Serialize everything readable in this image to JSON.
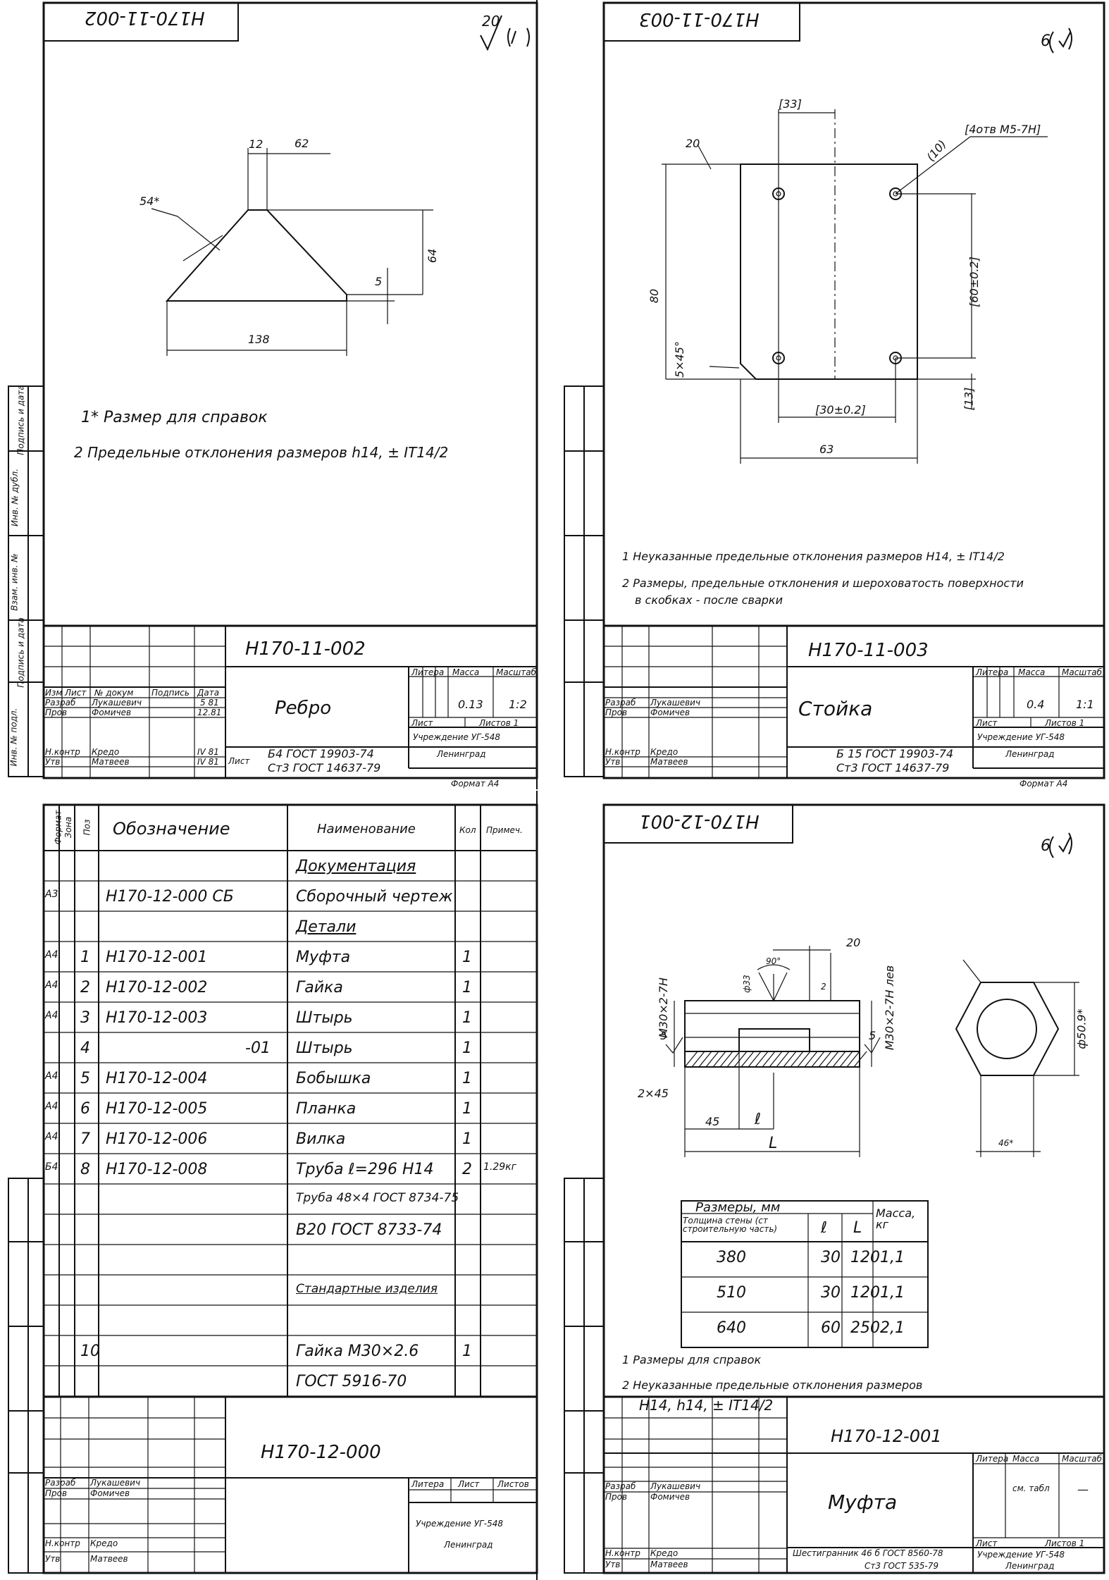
{
  "sheet1": {
    "code_top": "H170-11-002",
    "roughness": "20",
    "dims": {
      "d12": "12",
      "d62": "62",
      "d54": "54*",
      "d64": "64",
      "d5": "5",
      "d138": "138"
    },
    "notes": [
      "1* Размер для справок",
      "2 Предельные отклонения размеров h14, ± IT14/2"
    ],
    "stamp": {
      "code": "H170-11-002",
      "name": "Ребро",
      "h_izm": "Изм",
      "h_list": "Лист",
      "h_doc": "№ докум",
      "h_sign": "Подпись",
      "h_date": "Дата",
      "razrab": "Разраб",
      "prov": "Пров",
      "nkontr": "Н.контр",
      "utv": "Утв",
      "n1": "Лукашевич",
      "n2": "Фомичев",
      "n3": "Кредо",
      "n4": "Матвеев",
      "dt1": "5 81",
      "dt2": "12.81",
      "dt3": "IV 81",
      "dt4": "IV 81",
      "litera": "Литера",
      "massa": "Масса",
      "masht": "Масштаб",
      "massa_v": "0.13",
      "masht_v": "1:2",
      "list": "Лист",
      "listov": "Листов 1",
      "mat1": "Б4 ГОСТ 19903-74",
      "mat2": "Ст3 ГОСТ 14637-79",
      "list_lbl": "Лист",
      "org1": "Учреждение УГ-548",
      "org2": "Ленинград",
      "format": "Формат А4"
    }
  },
  "sheet2": {
    "code_top": "H170-11-003",
    "roughness": "6",
    "dims": {
      "d33": "[33]",
      "hole": "[4отв M5-7H]",
      "d10": "(10)",
      "d20": "20",
      "d80": "80",
      "d60": "[60±0.2]",
      "chamfer": "5×45°",
      "d30": "[30±0.2]",
      "d13": "[13]",
      "d63": "63"
    },
    "notes": [
      "1 Неуказанные предельные отклонения размеров H14, ± IT14/2",
      "2 Размеры, предельные отклонения и шероховатость поверхности",
      "в скобках - после сварки"
    ],
    "stamp": {
      "code": "H170-11-003",
      "name": "Стойка",
      "massa_v": "0.4",
      "masht_v": "1:1",
      "mat1": "Б 15 ГОСТ 19903-74",
      "mat2": "Ст3 ГОСТ 14637-79"
    }
  },
  "sheet3": {
    "headers": {
      "format": "Формат",
      "zona": "Зона",
      "poz": "Поз",
      "oboz": "Обозначение",
      "naim": "Наименование",
      "kol": "Кол",
      "prim": "Примеч."
    },
    "rows": [
      {
        "f": "",
        "p": "",
        "o": "",
        "n": "Документация",
        "k": "",
        "pr": ""
      },
      {
        "f": "A3",
        "p": "",
        "o": "H170-12-000 СБ",
        "n": "Сборочный чертеж",
        "k": "",
        "pr": ""
      },
      {
        "f": "",
        "p": "",
        "o": "",
        "n": "Детали",
        "k": "",
        "pr": ""
      },
      {
        "f": "A4",
        "p": "1",
        "o": "H170-12-001",
        "n": "Муфта",
        "k": "1",
        "pr": ""
      },
      {
        "f": "A4",
        "p": "2",
        "o": "H170-12-002",
        "n": "Гайка",
        "k": "1",
        "pr": ""
      },
      {
        "f": "A4",
        "p": "3",
        "o": "H170-12-003",
        "n": "Штырь",
        "k": "1",
        "pr": ""
      },
      {
        "f": "",
        "p": "4",
        "o": "-01",
        "n": "Штырь",
        "k": "1",
        "pr": ""
      },
      {
        "f": "A4",
        "p": "5",
        "o": "H170-12-004",
        "n": "Бобышка",
        "k": "1",
        "pr": ""
      },
      {
        "f": "A4",
        "p": "6",
        "o": "H170-12-005",
        "n": "Планка",
        "k": "1",
        "pr": ""
      },
      {
        "f": "A4",
        "p": "7",
        "o": "H170-12-006",
        "n": "Вилка",
        "k": "1",
        "pr": ""
      },
      {
        "f": "Б4",
        "p": "8",
        "o": "H170-12-008",
        "n": "Труба  ℓ=296 H14",
        "k": "2",
        "pr": "1.29кг"
      },
      {
        "f": "",
        "p": "",
        "o": "",
        "n": "Труба 48×4 ГОСТ 8734-75",
        "k": "",
        "pr": ""
      },
      {
        "f": "",
        "p": "",
        "o": "",
        "n": "В20 ГОСТ 8733-74",
        "k": "",
        "pr": ""
      },
      {
        "f": "",
        "p": "",
        "o": "",
        "n": "",
        "k": "",
        "pr": ""
      },
      {
        "f": "",
        "p": "",
        "o": "",
        "n": "Стандартные изделия",
        "k": "",
        "pr": ""
      },
      {
        "f": "",
        "p": "",
        "o": "",
        "n": "",
        "k": "",
        "pr": ""
      },
      {
        "f": "",
        "p": "10",
        "o": "",
        "n": "Гайка M30×2.6",
        "k": "1",
        "pr": ""
      },
      {
        "f": "",
        "p": "",
        "o": "",
        "n": "ГОСТ 5916-70",
        "k": "",
        "pr": ""
      }
    ],
    "stamp": {
      "code": "H170-12-000",
      "litera": "Литера",
      "list": "Лист",
      "listov": "Листов",
      "org1": "Учреждение УГ-548",
      "org2": "Ленинград"
    }
  },
  "sheet4": {
    "code_top": "H170-12-001",
    "roughness": "6",
    "dims": {
      "d20": "20",
      "d90": "90°",
      "d33": "ф33",
      "d2": "2",
      "m1": "M30×2-7H",
      "m2": "M30×2-7H лев",
      "d5": "5",
      "d5b": "5",
      "d2x45": "2×45",
      "d45": "45",
      "dl": "ℓ",
      "dL": "L",
      "d50": "ф50.9*",
      "d46": "46*"
    },
    "table": {
      "h1": "Размеры, мм",
      "h2": "Масса, кг",
      "h3": "Толщина стены (ст строительную часть)",
      "hl": "ℓ",
      "hL": "L",
      "rows": [
        [
          "380",
          "30",
          "120",
          "1,1"
        ],
        [
          "510",
          "30",
          "120",
          "1,1"
        ],
        [
          "640",
          "60",
          "250",
          "2,1"
        ]
      ]
    },
    "notes": [
      "1 Размеры для справок",
      "2 Неуказанные предельные отклонения размеров",
      "H14, h14, ± IT14/2"
    ],
    "stamp": {
      "code": "H170-12-001",
      "name": "Муфта",
      "massa_v": "см. табл",
      "masht_v": "—",
      "mat1": "Шестигранник 46 б ГОСТ 8560-78",
      "mat2": "Ст3 ГОСТ 535-79"
    }
  },
  "margin": [
    "Инв. № подл.",
    "Подпись и дата",
    "Взам. инв. №",
    "Инв. № дубл.",
    "Подпись и дата"
  ]
}
